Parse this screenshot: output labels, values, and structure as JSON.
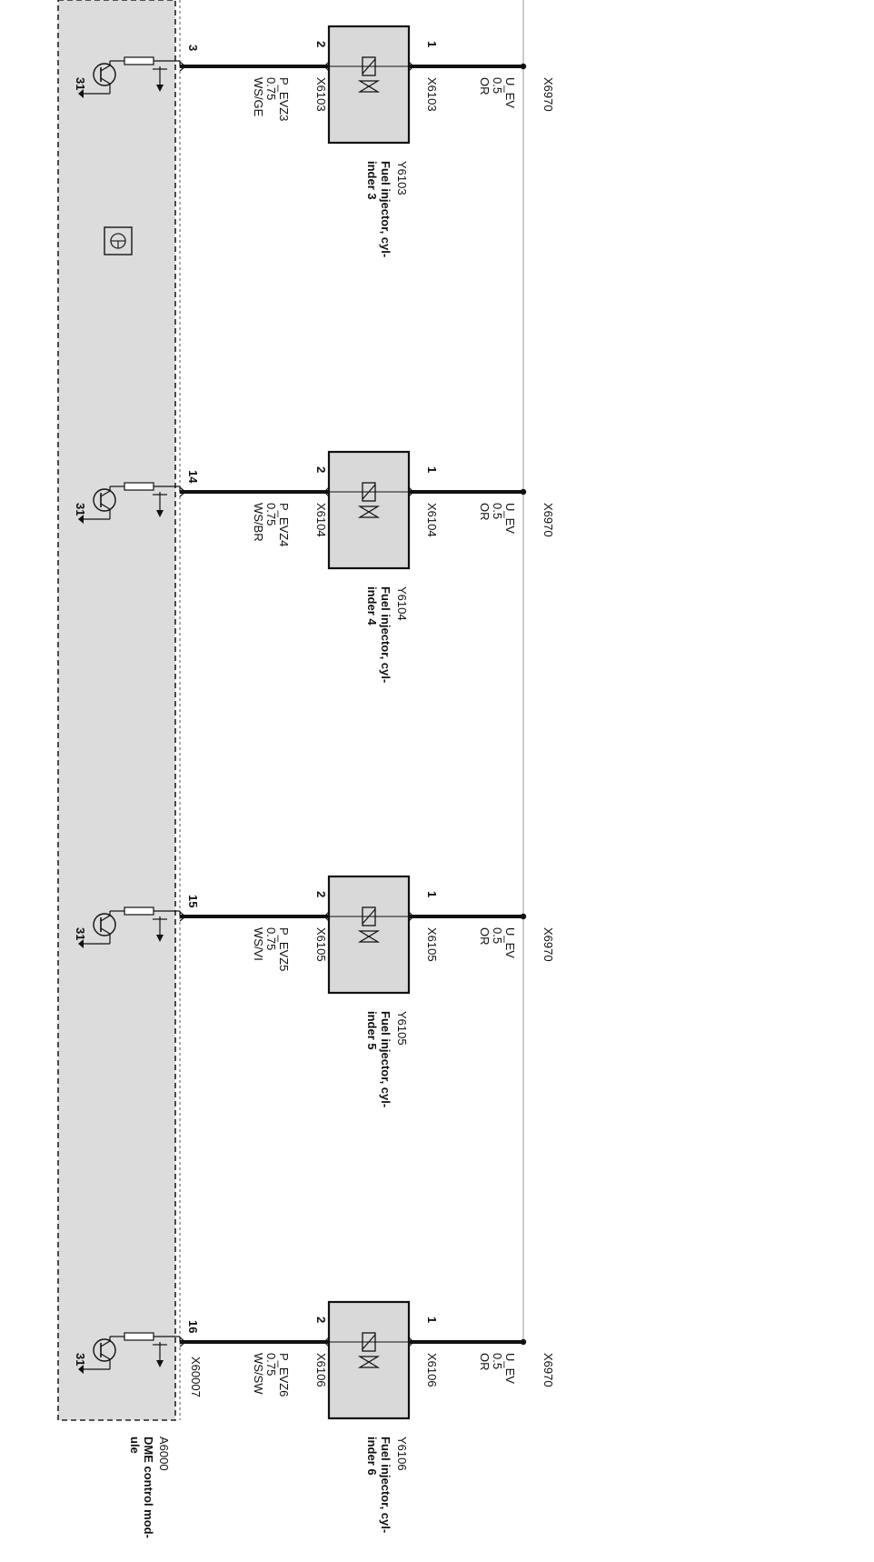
{
  "module": {
    "id": "A6000",
    "name_line1": "DME control mod-",
    "name_line2": "ule",
    "connector": "X60007",
    "ground_label": "31"
  },
  "supply_connector": "X6970",
  "injectors": [
    {
      "module_pin": "3",
      "id": "Y6103",
      "name_line1": "Fuel injector, cyl-",
      "name_line2": "inder 3",
      "pin_supply": "1",
      "pin_signal": "2",
      "conn_supply": "X6103",
      "conn_signal": "X6103",
      "supply_wire": {
        "name": "U_EV",
        "size": "0.5",
        "color": "OR"
      },
      "signal_wire": {
        "name": "P_EVZ3",
        "size": "0.75",
        "color": "WS/GE"
      }
    },
    {
      "module_pin": "14",
      "id": "Y6104",
      "name_line1": "Fuel injector, cyl-",
      "name_line2": "inder 4",
      "pin_supply": "1",
      "pin_signal": "2",
      "conn_supply": "X6104",
      "conn_signal": "X6104",
      "supply_wire": {
        "name": "U_EV",
        "size": "0.5",
        "color": "OR"
      },
      "signal_wire": {
        "name": "P_EVZ4",
        "size": "0.75",
        "color": "WS/BR"
      }
    },
    {
      "module_pin": "15",
      "id": "Y6105",
      "name_line1": "Fuel injector, cyl-",
      "name_line2": "inder 5",
      "pin_supply": "1",
      "pin_signal": "2",
      "conn_supply": "X6105",
      "conn_signal": "X6105",
      "supply_wire": {
        "name": "U_EV",
        "size": "0.5",
        "color": "OR"
      },
      "signal_wire": {
        "name": "P_EVZ5",
        "size": "0.75",
        "color": "WS/VI"
      }
    },
    {
      "module_pin": "16",
      "id": "Y6106",
      "name_line1": "Fuel injector, cyl-",
      "name_line2": "inder 6",
      "pin_supply": "1",
      "pin_signal": "2",
      "conn_supply": "X6106",
      "conn_signal": "X6106",
      "supply_wire": {
        "name": "U_EV",
        "size": "0.5",
        "color": "OR"
      },
      "signal_wire": {
        "name": "P_EVZ6",
        "size": "0.75",
        "color": "WS/SW"
      }
    }
  ],
  "colors": {
    "module_fill": "#dcdcdc",
    "component_fill": "#d9d9d9",
    "wire": "#111111",
    "bus": "#9a9a9a"
  }
}
